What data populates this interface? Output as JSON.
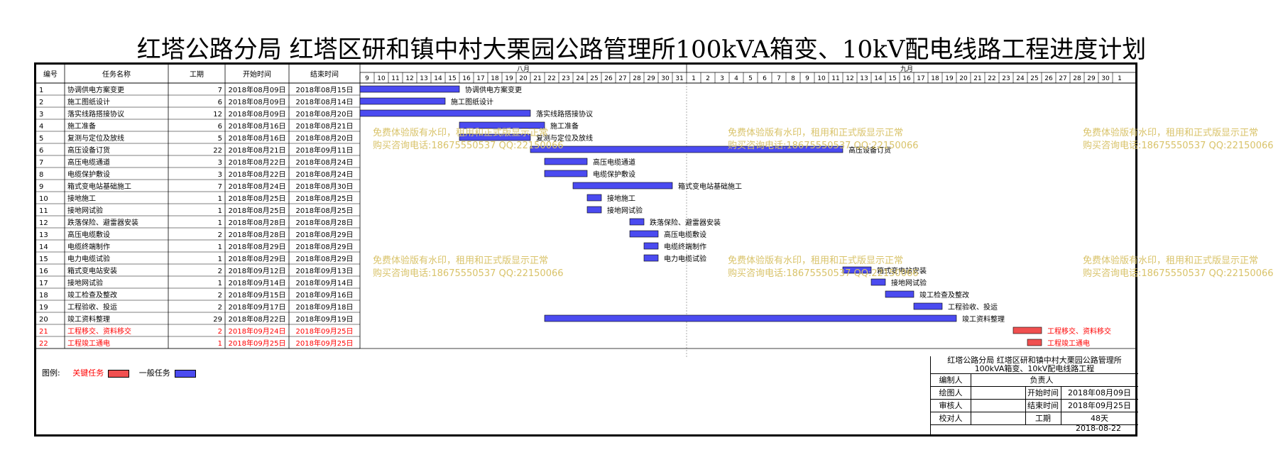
{
  "title": "红塔公路分局 红塔区研和镇中村大栗园公路管理所100kVA箱变、10kV配电线路工程进度计划",
  "chart_data": {
    "type": "gantt",
    "columns": [
      "编号",
      "任务名称",
      "工期",
      "开始时间",
      "结束时间"
    ],
    "timeline_months": [
      {
        "label": "八月",
        "days": [
          9,
          10,
          11,
          12,
          13,
          14,
          15,
          16,
          17,
          18,
          19,
          20,
          21,
          22,
          23,
          24,
          25,
          26,
          27,
          28,
          29,
          30,
          31
        ]
      },
      {
        "label": "九月",
        "days": [
          1,
          2,
          3,
          4,
          5,
          6,
          7,
          8,
          9,
          10,
          11,
          12,
          13,
          14,
          15,
          16,
          17,
          18,
          19,
          20,
          21,
          22,
          23,
          24,
          25,
          26,
          27,
          28,
          29,
          30,
          1
        ]
      }
    ],
    "tasks": [
      {
        "id": "1",
        "name": "协调供电方案变更",
        "duration": "7",
        "start": "2018年08月09日",
        "end": "2018年08月15日",
        "critical": false
      },
      {
        "id": "2",
        "name": "施工图纸设计",
        "duration": "6",
        "start": "2018年08月09日",
        "end": "2018年08月14日",
        "critical": false
      },
      {
        "id": "3",
        "name": "落实线路搭接协议",
        "duration": "12",
        "start": "2018年08月09日",
        "end": "2018年08月20日",
        "critical": false
      },
      {
        "id": "4",
        "name": "施工准备",
        "duration": "6",
        "start": "2018年08月16日",
        "end": "2018年08月21日",
        "critical": false
      },
      {
        "id": "5",
        "name": "复测与定位及放线",
        "duration": "5",
        "start": "2018年08月16日",
        "end": "2018年08月20日",
        "critical": false
      },
      {
        "id": "6",
        "name": "高压设备订货",
        "duration": "22",
        "start": "2018年08月21日",
        "end": "2018年09月11日",
        "critical": false
      },
      {
        "id": "7",
        "name": "高压电缆通道",
        "duration": "3",
        "start": "2018年08月22日",
        "end": "2018年08月24日",
        "critical": false
      },
      {
        "id": "8",
        "name": "电缆保护敷设",
        "duration": "3",
        "start": "2018年08月22日",
        "end": "2018年08月24日",
        "critical": false
      },
      {
        "id": "9",
        "name": "箱式变电站基础施工",
        "duration": "7",
        "start": "2018年08月24日",
        "end": "2018年08月30日",
        "critical": false
      },
      {
        "id": "10",
        "name": "接地施工",
        "duration": "1",
        "start": "2018年08月25日",
        "end": "2018年08月25日",
        "critical": false
      },
      {
        "id": "11",
        "name": "接地网试验",
        "duration": "1",
        "start": "2018年08月25日",
        "end": "2018年08月25日",
        "critical": false
      },
      {
        "id": "12",
        "name": "跌落保险、避雷器安装",
        "duration": "1",
        "start": "2018年08月28日",
        "end": "2018年08月28日",
        "critical": false
      },
      {
        "id": "13",
        "name": "高压电缆敷设",
        "duration": "2",
        "start": "2018年08月28日",
        "end": "2018年08月29日",
        "critical": false
      },
      {
        "id": "14",
        "name": "电缆终端制作",
        "duration": "1",
        "start": "2018年08月29日",
        "end": "2018年08月29日",
        "critical": false
      },
      {
        "id": "15",
        "name": "电力电缆试验",
        "duration": "1",
        "start": "2018年08月29日",
        "end": "2018年08月29日",
        "critical": false
      },
      {
        "id": "16",
        "name": "箱式变电站安装",
        "duration": "2",
        "start": "2018年09月12日",
        "end": "2018年09月13日",
        "critical": false
      },
      {
        "id": "17",
        "name": "接地网试验",
        "duration": "1",
        "start": "2018年09月14日",
        "end": "2018年09月14日",
        "critical": false
      },
      {
        "id": "18",
        "name": "竣工检查及整改",
        "duration": "2",
        "start": "2018年09月15日",
        "end": "2018年09月16日",
        "critical": false
      },
      {
        "id": "19",
        "name": "工程验收、投运",
        "duration": "2",
        "start": "2018年09月17日",
        "end": "2018年09月18日",
        "critical": false
      },
      {
        "id": "20",
        "name": "竣工资料整理",
        "duration": "29",
        "start": "2018年08月22日",
        "end": "2018年09月19日",
        "critical": false
      },
      {
        "id": "21",
        "name": "工程移交、资料移交",
        "duration": "2",
        "start": "2018年09月24日",
        "end": "2018年09月25日",
        "critical": true
      },
      {
        "id": "22",
        "name": "工程竣工通电",
        "duration": "1",
        "start": "2018年09月25日",
        "end": "2018年09月25日",
        "critical": true
      }
    ],
    "bars": [
      {
        "start": 0,
        "length": 7
      },
      {
        "start": 0,
        "length": 6
      },
      {
        "start": 0,
        "length": 12
      },
      {
        "start": 7,
        "length": 6
      },
      {
        "start": 7,
        "length": 5
      },
      {
        "start": 12,
        "length": 22
      },
      {
        "start": 13,
        "length": 3
      },
      {
        "start": 13,
        "length": 3
      },
      {
        "start": 15,
        "length": 7
      },
      {
        "start": 16,
        "length": 1
      },
      {
        "start": 16,
        "length": 1
      },
      {
        "start": 19,
        "length": 1
      },
      {
        "start": 19,
        "length": 2
      },
      {
        "start": 20,
        "length": 1
      },
      {
        "start": 20,
        "length": 1
      },
      {
        "start": 34,
        "length": 2
      },
      {
        "start": 36,
        "length": 1
      },
      {
        "start": 37,
        "length": 2
      },
      {
        "start": 39,
        "length": 2
      },
      {
        "start": 13,
        "length": 29
      },
      {
        "start": 46,
        "length": 2
      },
      {
        "start": 47,
        "length": 1
      }
    ],
    "colors": {
      "normal": "#4b4bf0",
      "critical": "#f05050",
      "critical_text": "#ff0000"
    }
  },
  "watermark": {
    "line1": "免费体验版有水印，租用和正式版显示正常",
    "line2": "购买咨询电话:18675550537 QQ:22150066"
  },
  "legend": {
    "label": "图例:",
    "critical": "关键任务",
    "normal": "一般任务"
  },
  "infobox": {
    "caption_line1": "红塔公路分局 红塔区研和镇中村大栗园公路管理所",
    "caption_line2": "100kVA箱变、10kV配电线路工程",
    "row1_label": "编制人",
    "row1_right_label": "负责人",
    "row2_label": "绘图人",
    "row2_right_label": "开始时间",
    "row2_value": "2018年08月09日",
    "row3_label": "审核人",
    "row3_right_label": "结束时间",
    "row3_value": "2018年09月25日",
    "row4_label": "校对人",
    "row4_right_label": "工期",
    "row4_value": "48天",
    "date": "2018-08-22"
  }
}
